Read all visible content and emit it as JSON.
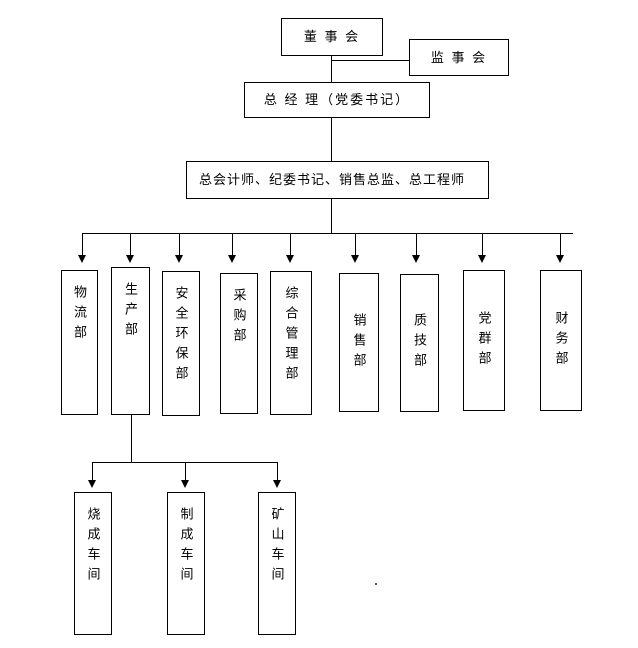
{
  "diagram": {
    "title_text": "",
    "background_color": "#ffffff",
    "line_color": "#000000",
    "text_color": "#000000"
  },
  "nodes": {
    "board": {
      "label": "董 事 会"
    },
    "supervisory": {
      "label": "监 事 会"
    },
    "general_manager": {
      "label": "总 经 理（党委书记）"
    },
    "executives": {
      "label": "总会计师、纪委书记、销售总监、总工程师"
    }
  },
  "departments": [
    {
      "label": "物流部"
    },
    {
      "label": "生产部"
    },
    {
      "label": "安全环保部"
    },
    {
      "label": "采购部"
    },
    {
      "label": "综合管理部"
    },
    {
      "label": "销售部"
    },
    {
      "label": "质技部"
    },
    {
      "label": "党群部"
    },
    {
      "label": "财务部"
    }
  ],
  "workshops": [
    {
      "label": "烧成车间"
    },
    {
      "label": "制成车间"
    },
    {
      "label": "矿山车间"
    }
  ]
}
